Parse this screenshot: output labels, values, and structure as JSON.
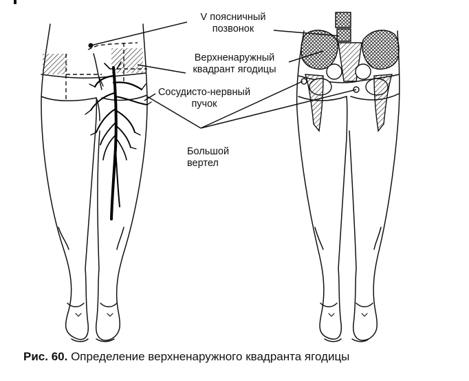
{
  "labels": {
    "vertebra_line1": "V поясничный",
    "vertebra_line2": "позвонок",
    "quadrant_line1": "Верхненаружный",
    "quadrant_line2": "квадрант ягодицы",
    "bundle_line1": "Сосудисто-нервный",
    "bundle_line2": "пучок",
    "trochanter_line1": "Большой",
    "trochanter_line2": "вертел"
  },
  "caption": {
    "number": "Рис. 60.",
    "text": "Определение верхненаружного квадранта ягодицы"
  }
}
